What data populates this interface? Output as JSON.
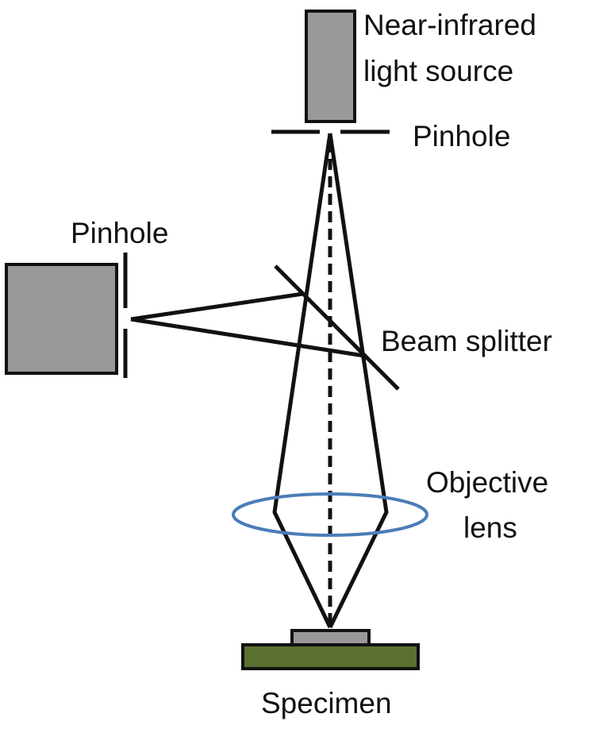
{
  "labels": {
    "source_line1": "Near-infrared",
    "source_line2": "light source",
    "top_pinhole": "Pinhole",
    "side_pinhole": "Pinhole",
    "beam_splitter": "Beam splitter",
    "objective_line1": "Objective",
    "objective_line2": "lens",
    "specimen": "Specimen"
  },
  "colors": {
    "component_gray": "#999999",
    "lens_blue": "#4a7db8",
    "specimen_base_green": "#5b7031",
    "stroke": "#111111"
  }
}
